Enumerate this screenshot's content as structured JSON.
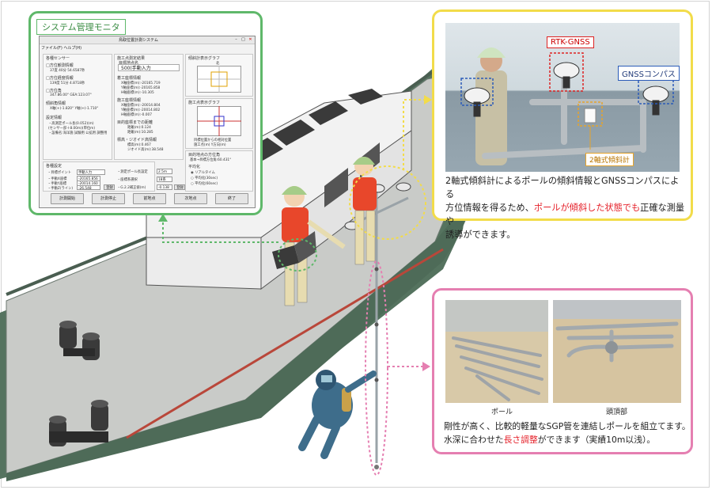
{
  "monitor_panel": {
    "title": "システム管理モニタ",
    "window": {
      "title": "鳥取位置計測システム",
      "menu": "ファイル(F)  ヘルプ(H)",
      "left_col": {
        "sec1": "各種センサー",
        "pos_label": "□方位観測情報",
        "pos_value": "37度 40分 54.6587秒",
        "geo_label": "□方位経度情報",
        "geo_value": "139度 51分 4.8718秒",
        "az_label": "□方位角",
        "az_values": "347.86.00°   GEA:123.07°",
        "tilt_label": "傾斜角情報",
        "tilt_values": "X軸(+)-1.820°   Y軸(+)-1.710°",
        "settings_label": "設定情報",
        "settings_lines": [
          "・高測定ポール長(0.052)(m)",
          "(センサー部＋8.00m)(単位m)",
          "・設備名:海洋施 試験用 公拡用 調整用"
        ],
        "sec2": "各種設定",
        "target_label": "・目標ポイント",
        "target_select": "手動入力",
        "target_x_label": "・手動X座標",
        "target_x": "-20165.856",
        "target_y_label": "・手動Y座標",
        "target_y": "-20014.160",
        "target_z_label": "・手動Z(ライン)",
        "target_z": "-26.548",
        "register": "登録"
      },
      "mid_col": {
        "sec1": "施工点測定結果",
        "target_name_label": "目標地点名",
        "target_name": "500(手動入力",
        "ref_label": "着工座標情報",
        "ref_lines": [
          "X軸座標(m):-20165.719",
          "Y軸座標(m):-20165.858",
          "H軸座標(m):-10.305"
        ],
        "meas_label": "施工座標情報",
        "meas_lines": [
          "X軸座標(m):-20014.804",
          "Y軸座標(m):-20014.802",
          "H軸座標(m):-0.007"
        ],
        "dist_label": "目的座標までの距離",
        "dist_lines": [
          "距離(m):0.124",
          "距離(m):10.285"
        ],
        "head_label": "標高・ジオイド高情報",
        "head_lines": [
          "標高(m):0.467",
          "ジオイド高(m):38.548"
        ],
        "pole_len_label": "・測定ポール長設定",
        "pole_len": "2.5m",
        "axis_label": "・座標系選択",
        "axis_value": "18系",
        "geoid_label": "・G.2.2補正値(m)",
        "geoid_value": "-0.138",
        "register": "登録"
      },
      "right_col": {
        "graph1": "傾斜計表示グラフ",
        "graph1_north": "北",
        "graph2": "施工点表示グラフ",
        "legend1": "目標位置からの相対位置",
        "legend2": "施工点(m)  Y方向(m)",
        "az_label": "目的地点の方位角",
        "az_value": "基本→目標方位角:60.431°",
        "avg_label": "平均化",
        "avg_opts": [
          "リアルタイム",
          "平均化(30sec)",
          "平均化(60sec)"
        ]
      },
      "buttons": [
        "計測開始",
        "計測停止",
        "前地点",
        "次地点",
        "終了"
      ]
    }
  },
  "rtk_panel": {
    "rtk_label": "RTK-GNSS",
    "gnss_label": "GNSSコンパス",
    "tilt_label": "2軸式傾斜計",
    "description_parts": [
      "2軸式傾斜計によるポールの傾斜情報とGNSSコンパスによる",
      "方位情報を得るため、",
      "ポールが傾斜した状態でも",
      "正確な測量や",
      "誘導ができます。"
    ]
  },
  "pole_panel": {
    "caption_pole": "ポール",
    "caption_head": "頭頂部",
    "description_parts": [
      "剛性が高く、比較的軽量なSGP管を連結しポールを組立てます。",
      "水深に合わせた",
      "長さ調整",
      "ができます（実績10m以浅）。"
    ]
  },
  "colors": {
    "green": "#5fb86a",
    "yellow": "#f2dc4a",
    "pink": "#e57fb1",
    "highlight_red": "#e5222b",
    "ship_hull": "#4e6b58",
    "ship_deck": "#c7c9c6",
    "worker_vest": "#e8472b",
    "diver_suit": "#3e6d8b"
  }
}
